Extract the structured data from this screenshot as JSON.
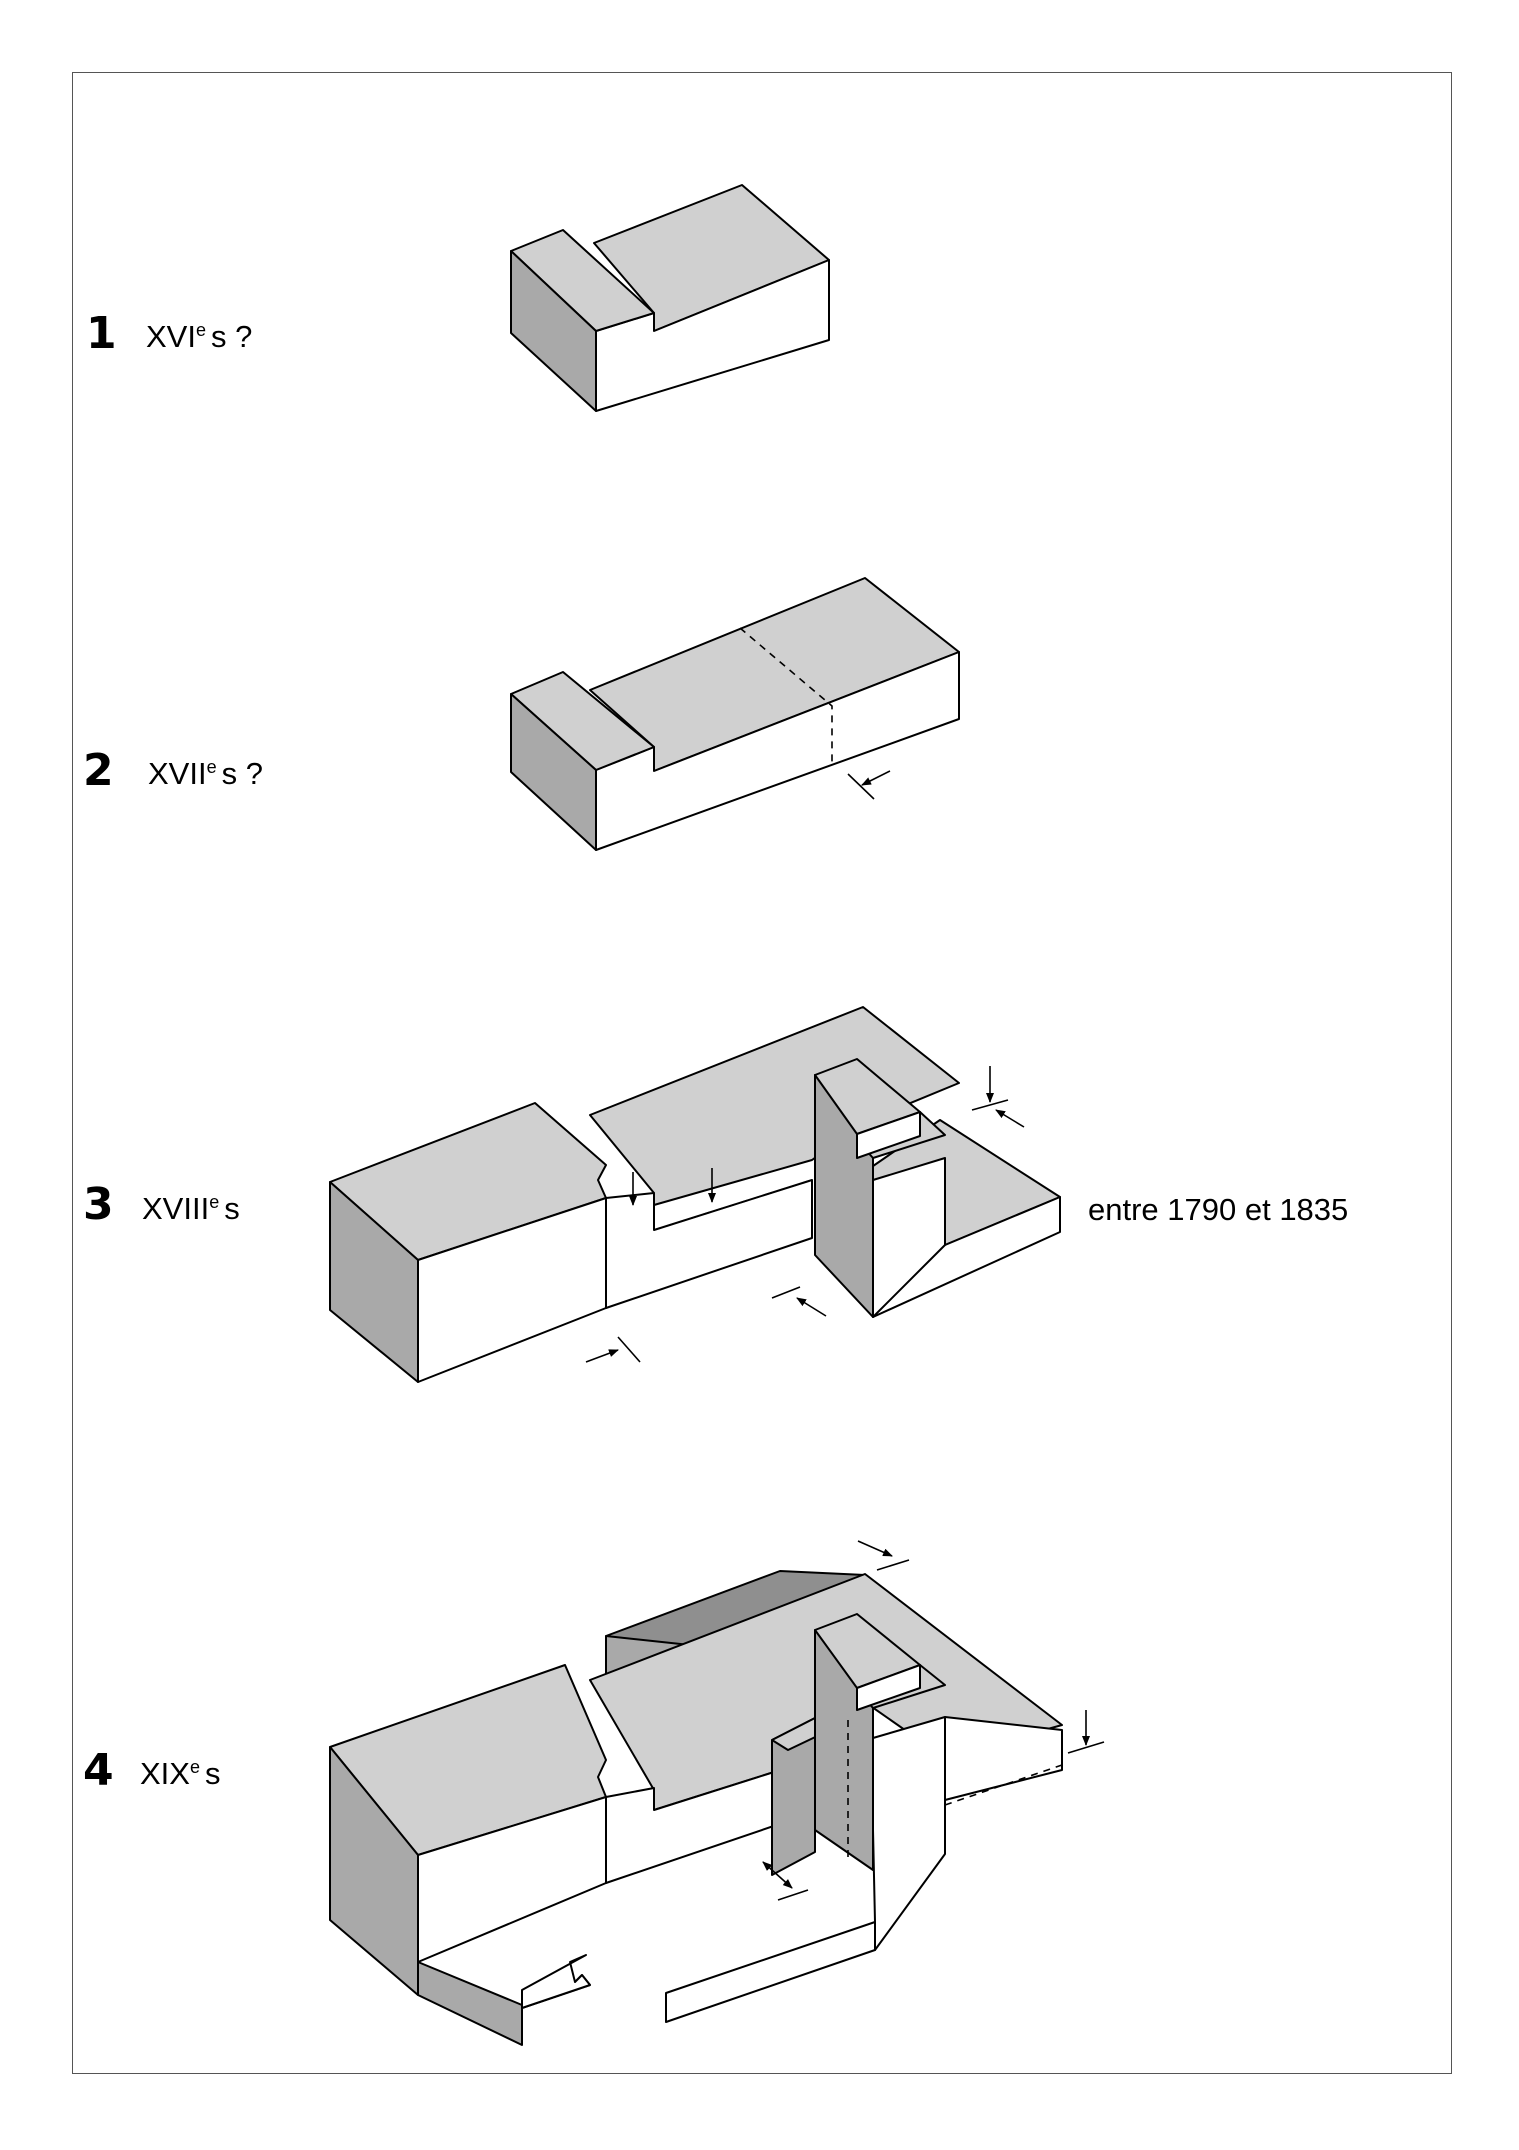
{
  "stages": [
    {
      "number": "1",
      "century": "XVI",
      "suffix": "e",
      "tail": "s ?"
    },
    {
      "number": "2",
      "century": "XVII",
      "suffix": "e",
      "tail": "s ?"
    },
    {
      "number": "3",
      "century": "XVIII",
      "suffix": "e",
      "tail": "s"
    },
    {
      "number": "4",
      "century": "XIX",
      "suffix": "e",
      "tail": "s"
    }
  ],
  "annotation": "entre 1790 et 1835",
  "colors": {
    "roof": "#d0d0d0",
    "side_dark": "#a9a9a9",
    "side_darker": "#8f8f8f",
    "wall": "#ffffff",
    "frame": "#555555"
  }
}
